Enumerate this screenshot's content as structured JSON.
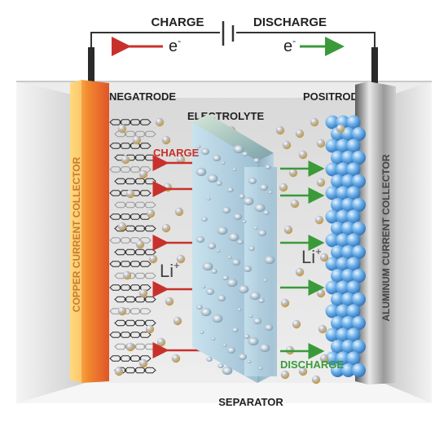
{
  "circuit": {
    "charge_label": "CHARGE",
    "discharge_label": "DISCHARGE",
    "electron_left": "e",
    "electron_right": "e",
    "electron_sup": "-"
  },
  "labels": {
    "negatrode": "NEGATRODE",
    "positrode": "POSITRODE",
    "electrolyte": "ELECTROLYTE",
    "separator": "SEPARATOR",
    "copper_collector": "COPPER CURRENT COLLECTOR",
    "aluminum_collector": "ALUMINUM CURRENT COLLECTOR",
    "charge_arrow_label": "CHARGE",
    "discharge_arrow_label": "DISCHARGE",
    "li_left": "Li",
    "li_right": "Li",
    "li_sup": "+"
  },
  "colors": {
    "charge": "#c8312b",
    "discharge": "#3a9a3a",
    "copper": "#f08a3a",
    "aluminum": "#9a9a9a",
    "separator": "#a8c8dc",
    "electrode_sphere": "#6aaee8"
  }
}
